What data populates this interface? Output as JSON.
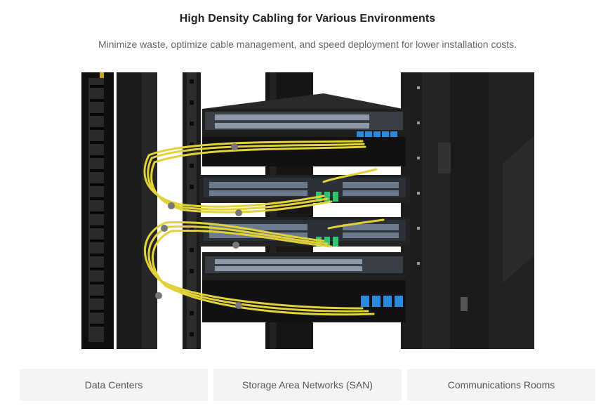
{
  "header": {
    "title": "High Density Cabling for Various Environments",
    "subtitle": "Minimize waste, optimize cable management, and speed deployment for lower installation costs."
  },
  "image": {
    "subject": "rack",
    "colors": {
      "rack": "#151515",
      "panel": "#232323",
      "port": "#7d8a9c",
      "cable": "#e2d23a",
      "lc_blue": "#2f7fd6",
      "lc_green": "#2fbf5e"
    }
  },
  "tabs": [
    {
      "label": "Data Centers"
    },
    {
      "label": "Storage Area Networks (SAN)"
    },
    {
      "label": "Communications Rooms"
    }
  ]
}
